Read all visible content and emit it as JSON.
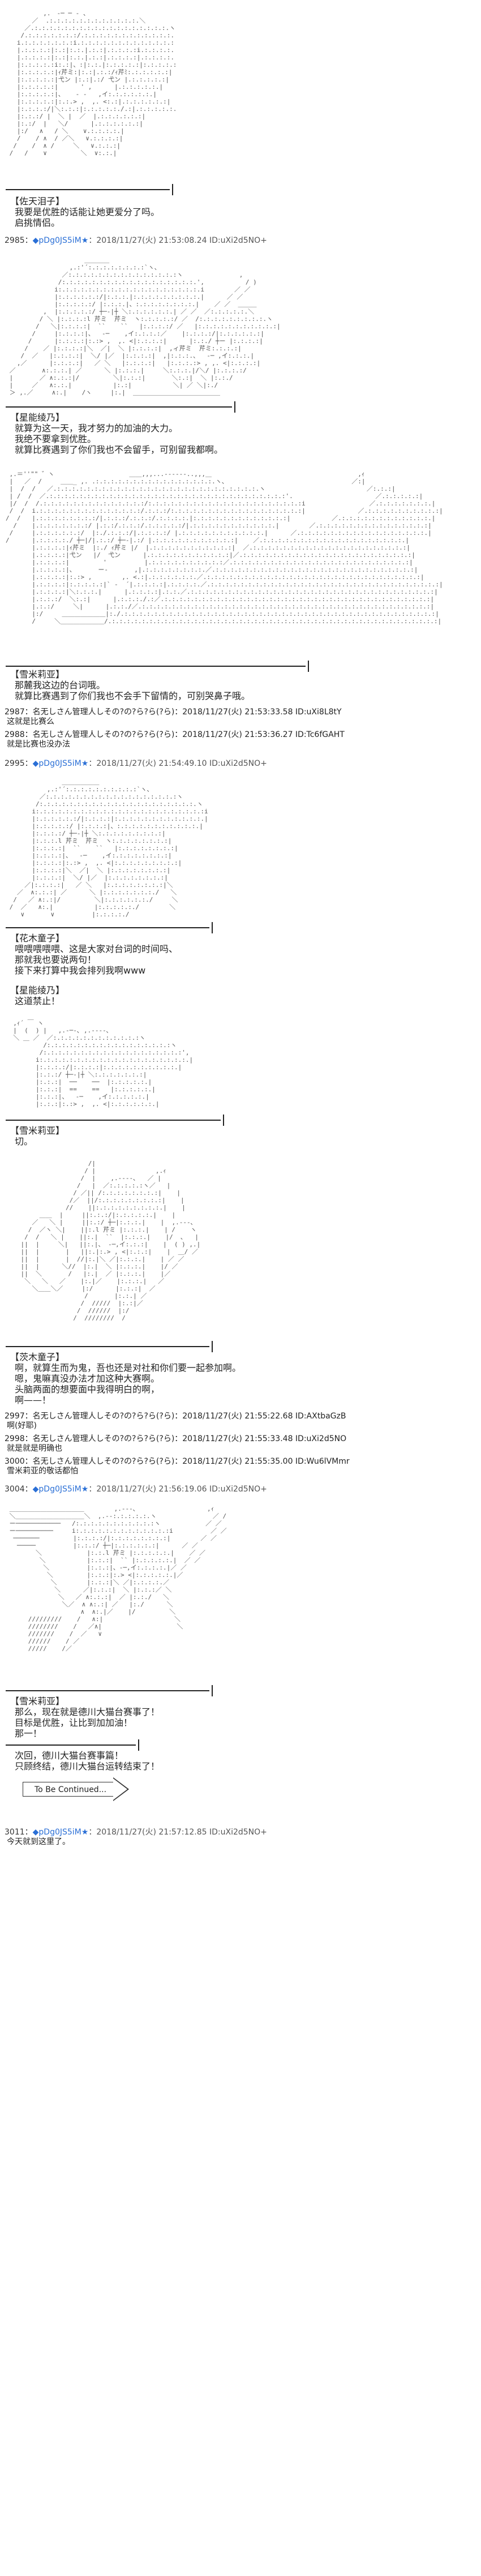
{
  "posts": [
    {
      "type": "speech",
      "speaker": "【佐天泪子】",
      "lines": [
        "我要是优胜的话能让她更爱分了吗。",
        "启挑情侣。"
      ]
    },
    {
      "type": "header",
      "num": "2985：",
      "name": "◆pDg0JS5iM",
      "star": "★",
      "meta": "：2018/11/27(火) 21:53:08.24 ID:uXi2d5NO+"
    },
    {
      "type": "speech",
      "speaker": "【星能绫乃】",
      "lines": [
        "就算为这一天，我才努力的加油的大力。",
        "我绝不要拿到优胜。",
        "就算比赛遇到了你们我也不会留手，可别留我都啊。"
      ]
    },
    {
      "type": "speech",
      "speaker": "【雪米莉亚】",
      "lines": [
        "那麓我这边的台词哦。",
        "就算比赛遇到了你们我也不会手下留情的，可别哭鼻子哦。"
      ]
    },
    {
      "type": "reply",
      "meta": "2987：名无しさん管理人しその?の?ら?ら(?ら)：2018/11/27(火) 21:53:33.58 ID:uXi8L8tY",
      "body": "这就是比赛么"
    },
    {
      "type": "reply",
      "meta": "2988：名无しさん管理人しその?の?ら?ら(?ら)：2018/11/27(火) 21:53:36.27 ID:Tc6fGAHT",
      "body": "就是比赛也没办法"
    },
    {
      "type": "header",
      "num": "2995：",
      "name": "◆pDg0JS5iM",
      "star": "★",
      "meta": "：2018/11/27(火) 21:54:49.10 ID:uXi2d5NO+"
    },
    {
      "type": "speech",
      "speaker": "【花木童子】",
      "lines": [
        "喂喂喂喂喂、这是大家对台词的时间吗、",
        "那就我也要说两句！",
        "接下来打算中我会排列我啊www"
      ]
    },
    {
      "type": "speech",
      "speaker": "【星能绫乃】",
      "lines": [
        "这道禁止！"
      ]
    },
    {
      "type": "speech",
      "speaker": "【雪米莉亚】",
      "lines": [
        "切。"
      ]
    },
    {
      "type": "speech",
      "speaker": "【茨木童子】",
      "lines": [
        "啊，就算生而为鬼，吾也还是对社和你们要一起参加啊。",
        "嗯，鬼嘛真没办法才加这种大赛啊。",
        "头脑两面的想要面中我得明白的啊，",
        "啊——！"
      ]
    },
    {
      "type": "reply",
      "meta": "2997：名无しさん管理人しその?の?ら?ら(?ら)：2018/11/27(火) 21:55:22.68 ID:AXtbaGzB",
      "body": "啊(好耶)"
    },
    {
      "type": "reply",
      "meta": "2998：名无しさん管理人しその?の?ら?ら(?ら)：2018/11/27(火) 21:55:33.48 ID:uXi2d5NO",
      "body": "就是就是明确也"
    },
    {
      "type": "reply",
      "meta": "3000：名无しさん管理人しその?の?ら?ら(?ら)：2018/11/27(火) 21:55:35.00 ID:Wu6lVMmr",
      "body": "雪米莉亚的敬话都怕"
    },
    {
      "type": "header",
      "num": "3004：",
      "name": "◆pDg0JS5iM",
      "star": "★",
      "meta": "：2018/11/27(火) 21:56:19.06 ID:uXi2d5NO+"
    },
    {
      "type": "speech",
      "speaker": "【雪米莉亚】",
      "lines": [
        "那么，现在就是德川大猫台赛事了！",
        "目标是优胜，让比到加加油！",
        "那一！"
      ]
    },
    {
      "type": "speech",
      "speaker": "",
      "lines": [
        "次回，德川大猫台赛事篇！",
        "只顾终结，德川大猫台运转结束了！"
      ]
    },
    {
      "type": "continued",
      "label": "To Be Continued..."
    },
    {
      "type": "header",
      "num": "3011：",
      "name": "◆pDg0JS5iM",
      "star": "★",
      "meta": "：2018/11/27(火) 21:57:12.85 ID:uXi2d5NO+"
    },
    {
      "type": "reply_tail",
      "body": "今天就到这里了。"
    }
  ]
}
